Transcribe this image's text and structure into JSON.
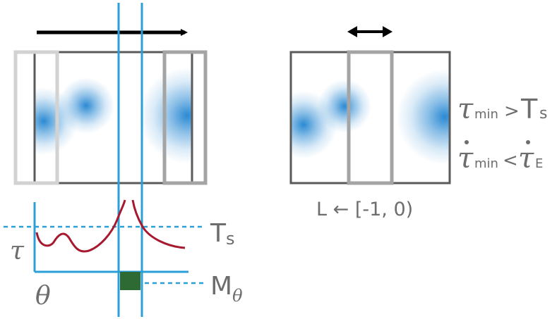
{
  "colors": {
    "blue": "#2a9fd8",
    "blob": "#2b8ad3",
    "curve": "#a6192e",
    "frame": "#5a5a5a",
    "window_light": "#d2d2d2",
    "window_mid": "#a4a4a4",
    "green": "#2d6a34",
    "arrow": "#000000",
    "text": "#6d6d6d"
  },
  "left_panel": {
    "threshold_label": "T",
    "threshold_sub": "s",
    "tau_label": "τ",
    "theta_label": "θ",
    "mask_label": "M",
    "mask_sub": "θ"
  },
  "right_panel": {
    "cond1": {
      "sym": "τ",
      "sub": "min",
      "op": ">",
      "rhs": "T",
      "rhs_sub": "s"
    },
    "cond2": {
      "sym": "τ",
      "sub": "min",
      "op": "<",
      "rhs": "τ",
      "rhs_sub": "E"
    },
    "caption": "L ← [-1, 0)"
  },
  "icons": {
    "move_right": "arrow-right-icon",
    "expand": "double-arrow-icon"
  }
}
